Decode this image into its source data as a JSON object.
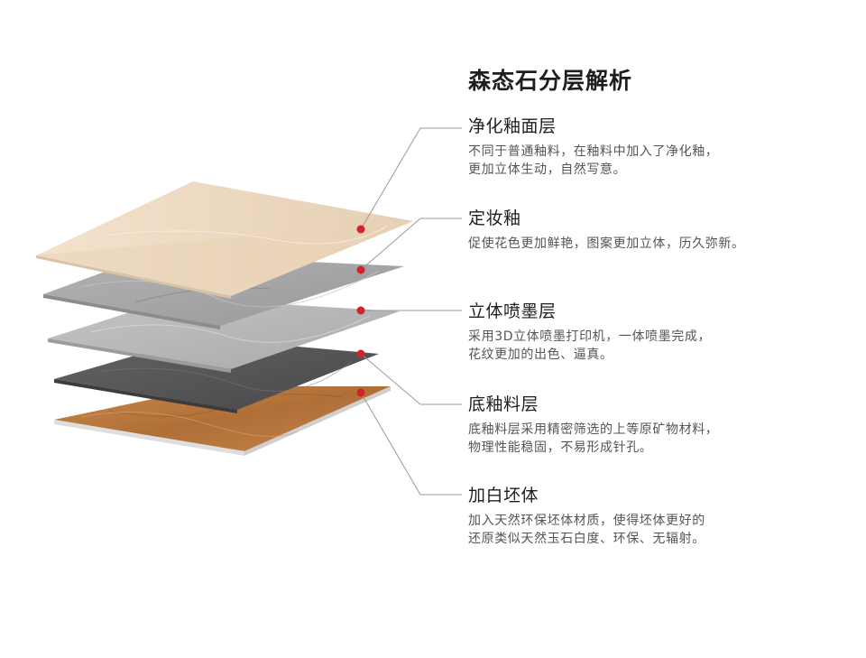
{
  "title": "森态石分层解析",
  "colors": {
    "dot": "#d2232a",
    "leader": "#9a9a9a",
    "layer_glaze": "#efdcc6",
    "layer_fixing": "#a9a9ab",
    "layer_inkjet": "#b8b9bb",
    "layer_baseglaze": "#5a5a5c",
    "layer_body": "#b9793f"
  },
  "layers": [
    {
      "name": "净化釉面层",
      "desc_lines": [
        "不同于普通釉料，在釉料中加入了净化釉，",
        "更加立体生动，自然写意。"
      ]
    },
    {
      "name": "定妆釉",
      "desc_lines": [
        "促使花色更加鲜艳，图案更加立体，历久弥新。"
      ]
    },
    {
      "name": "立体喷墨层",
      "desc_lines": [
        "采用3D立体喷墨打印机，一体喷墨完成，",
        "花纹更加的出色、逼真。"
      ]
    },
    {
      "name": "底釉料层",
      "desc_lines": [
        "底釉料层采用精密筛选的上等原矿物材料，",
        "物理性能稳固，不易形成针孔。"
      ]
    },
    {
      "name": "加白坯体",
      "desc_lines": [
        "加入天然环保坯体材质，使得坯体更好的",
        "还原类似天然玉石白度、环保、无辐射。"
      ]
    }
  ]
}
